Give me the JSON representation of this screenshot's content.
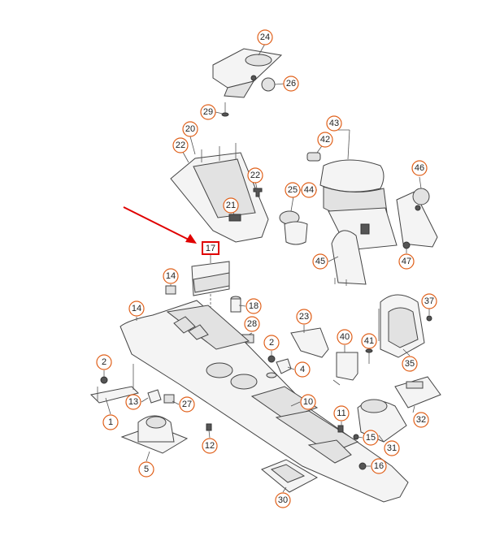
{
  "diagram": {
    "highlight_color": "#e00000",
    "callout_color": "#e0601a",
    "highlighted_part": "17",
    "callouts": [
      "24",
      "26",
      "29",
      "20",
      "22",
      "22",
      "21",
      "43",
      "42",
      "46",
      "25",
      "44",
      "45",
      "47",
      "17",
      "14",
      "14",
      "18",
      "28",
      "23",
      "2",
      "40",
      "41",
      "37",
      "4",
      "2",
      "35",
      "13",
      "27",
      "1",
      "10",
      "11",
      "15",
      "31",
      "12",
      "32",
      "5",
      "16",
      "30"
    ]
  }
}
